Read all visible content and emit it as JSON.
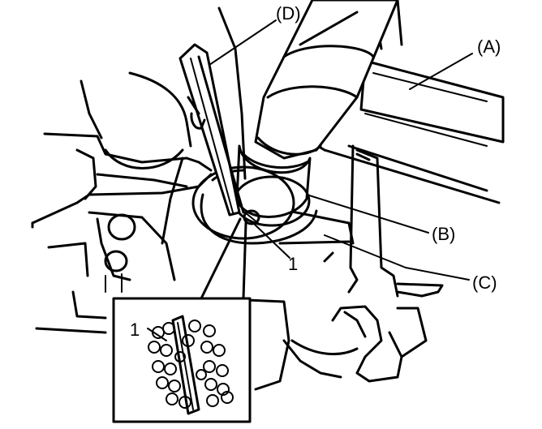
{
  "labels": {
    "A": "(A)",
    "B": "(B)",
    "C": "(C)",
    "D": "(D)",
    "callout_main": "1",
    "callout_inset": "1"
  }
}
